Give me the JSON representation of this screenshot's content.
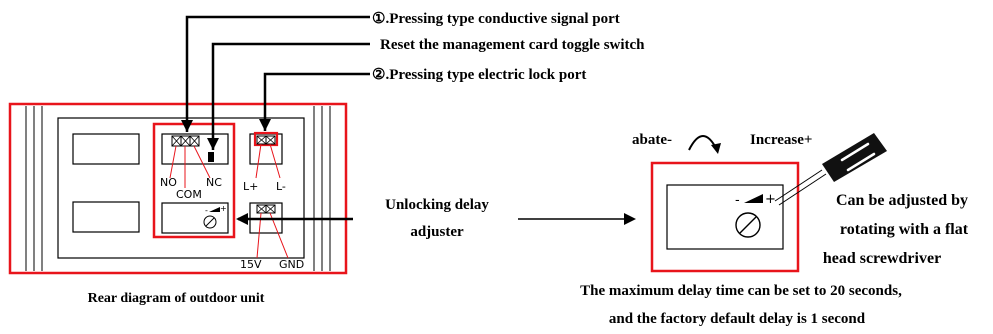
{
  "callouts": {
    "signal_port": "①.Pressing type conductive signal port",
    "reset_switch": "Reset the management card toggle switch",
    "lock_port": "②.Pressing type electric lock port",
    "delay_adjuster_line1": "Unlocking delay",
    "delay_adjuster_line2": "adjuster"
  },
  "panel": {
    "caption": "Rear diagram of outdoor unit",
    "terminal_no": "NO",
    "terminal_com": "COM",
    "terminal_nc": "NC",
    "terminal_lplus": "L+",
    "terminal_lminus": "L-",
    "terminal_15v": "15V",
    "terminal_gnd": "GND",
    "adjuster_minus": "-",
    "adjuster_plus": "+"
  },
  "detail": {
    "decrease_label": "abate-",
    "increase_label": "Increase+",
    "tool_line1": "Can be adjusted by",
    "tool_line2": "rotating with a flat",
    "tool_line3": "head screwdriver",
    "adjuster_minus": "-",
    "adjuster_plus": "+",
    "note_line1": "The maximum delay time can be set to 20 seconds,",
    "note_line2": "and the factory default delay is 1 second"
  },
  "colors": {
    "highlight": "#e8141b",
    "line": "#000000"
  }
}
